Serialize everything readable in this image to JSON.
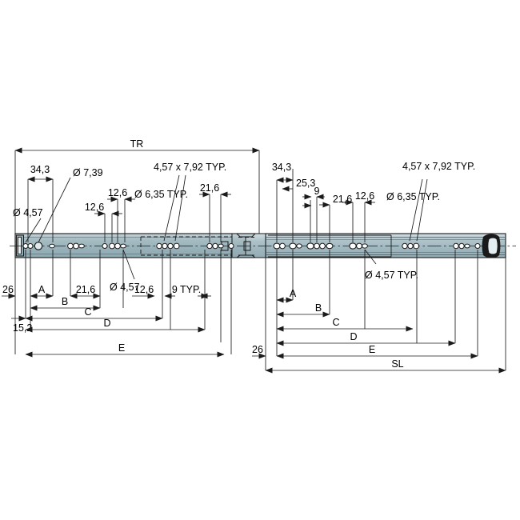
{
  "drawing": {
    "title": "Drawer slide dimensioned engineering drawing",
    "type": "technical-drawing",
    "background_color": "#ffffff",
    "rail_fill_color": "#9fb5bc",
    "rail_fill_color_light": "#b9ccd2",
    "line_color": "#1a1a1a",
    "hole_fill_color": "#ffffff"
  },
  "left_view": {
    "name": "left-rail-view",
    "overall_label": "TR",
    "top_labels": [
      {
        "id": "lt-343",
        "text": "34,3"
      },
      {
        "id": "lt-d739",
        "text": "Ø 7,39"
      },
      {
        "id": "lt-d457",
        "text": "Ø 4,57"
      },
      {
        "id": "lt-126a",
        "text": "12,6"
      },
      {
        "id": "lt-126b",
        "text": "12,6"
      },
      {
        "id": "lt-slot",
        "text": "4,57 x 7,92 TYP."
      },
      {
        "id": "lt-d635",
        "text": "Ø 6,35 TYP."
      },
      {
        "id": "lt-216",
        "text": "21,6"
      }
    ],
    "bottom_leader_label": "Ø 4,57",
    "bottom_labels": [
      {
        "id": "lb-26",
        "text": "26"
      },
      {
        "id": "lb-152",
        "text": "15,2"
      },
      {
        "id": "lb-A",
        "text": "A"
      },
      {
        "id": "lb-216",
        "text": "21,6"
      },
      {
        "id": "lb-B",
        "text": "B"
      },
      {
        "id": "lb-126",
        "text": "12,6"
      },
      {
        "id": "lb-C",
        "text": "C"
      },
      {
        "id": "lb-9typ",
        "text": "9 TYP."
      },
      {
        "id": "lb-D",
        "text": "D"
      },
      {
        "id": "lb-E",
        "text": "E"
      }
    ]
  },
  "right_view": {
    "name": "right-rail-view",
    "overall_label": "SL",
    "top_labels": [
      {
        "id": "rt-343",
        "text": "34,3"
      },
      {
        "id": "rt-253",
        "text": "25,3"
      },
      {
        "id": "rt-9",
        "text": "9"
      },
      {
        "id": "rt-216",
        "text": "21,6"
      },
      {
        "id": "rt-126",
        "text": "12,6"
      },
      {
        "id": "rt-slot",
        "text": "4,57 x 7,92 TYP."
      },
      {
        "id": "rt-d635",
        "text": "Ø 6,35 TYP."
      }
    ],
    "bottom_leader_label": "Ø 4,57 TYP.",
    "bottom_labels": [
      {
        "id": "rb-26",
        "text": "26"
      },
      {
        "id": "rb-A",
        "text": "A"
      },
      {
        "id": "rb-B",
        "text": "B"
      },
      {
        "id": "rb-C",
        "text": "C"
      },
      {
        "id": "rb-D",
        "text": "D"
      },
      {
        "id": "rb-E",
        "text": "E"
      }
    ]
  }
}
